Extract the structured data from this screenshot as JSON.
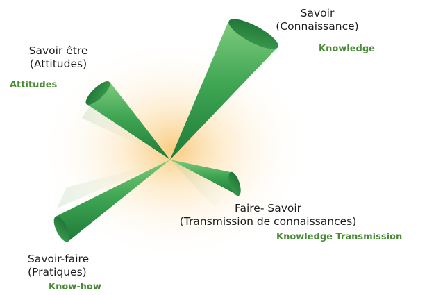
{
  "colors": {
    "cone_dark": "#1e7a38",
    "cone_mid": "#3fa654",
    "cone_light": "#7fcb7c",
    "glow": "#f8b54a",
    "english_label": "#4a8a36"
  },
  "knowledge": {
    "french_line1": "Savoir",
    "french_line2": "(Connaissance)",
    "english": "Knowledge"
  },
  "attitudes": {
    "french_line1": "Savoir être",
    "french_line2": "(Attitudes)",
    "english": "Attitudes"
  },
  "transmission": {
    "french_line1": "Faire- Savoir",
    "french_line2": "(Transmission de connaissances)",
    "english": "Knowledge Transmission"
  },
  "know_how": {
    "french_line1": "Savoir-faire",
    "french_line2": "(Pratiques)",
    "english": "Know-how"
  }
}
